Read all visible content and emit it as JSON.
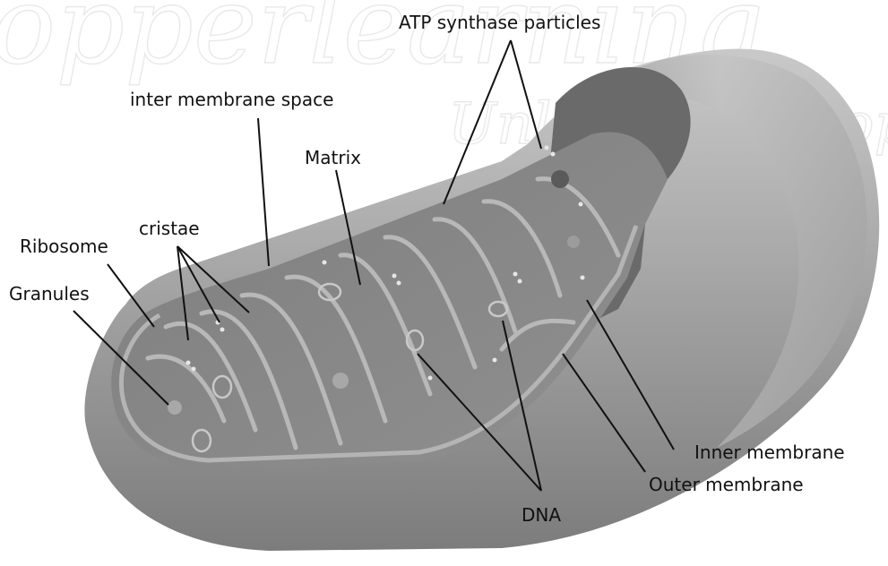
{
  "labels": {
    "atp": "ATP synthase particles",
    "intermembrane": "inter membrane space",
    "matrix": "Matrix",
    "cristae": "cristae",
    "ribosome": "Ribosome",
    "granules": "Granules",
    "inner_membrane": "Inner membrane",
    "outer_membrane": "Outer membrane",
    "dna": "DNA"
  },
  "watermark": {
    "line1": "opperlearning",
    "line2": "Unleash the topper in you"
  },
  "colors": {
    "outer_shell": "#9a9a9a",
    "shell_highlight": "#c4c4c4",
    "cut_face": "#5e5e5e",
    "matrix": "#8a8a8a",
    "inner_membrane": "#b0b0b0",
    "leader_line": "#111111"
  }
}
